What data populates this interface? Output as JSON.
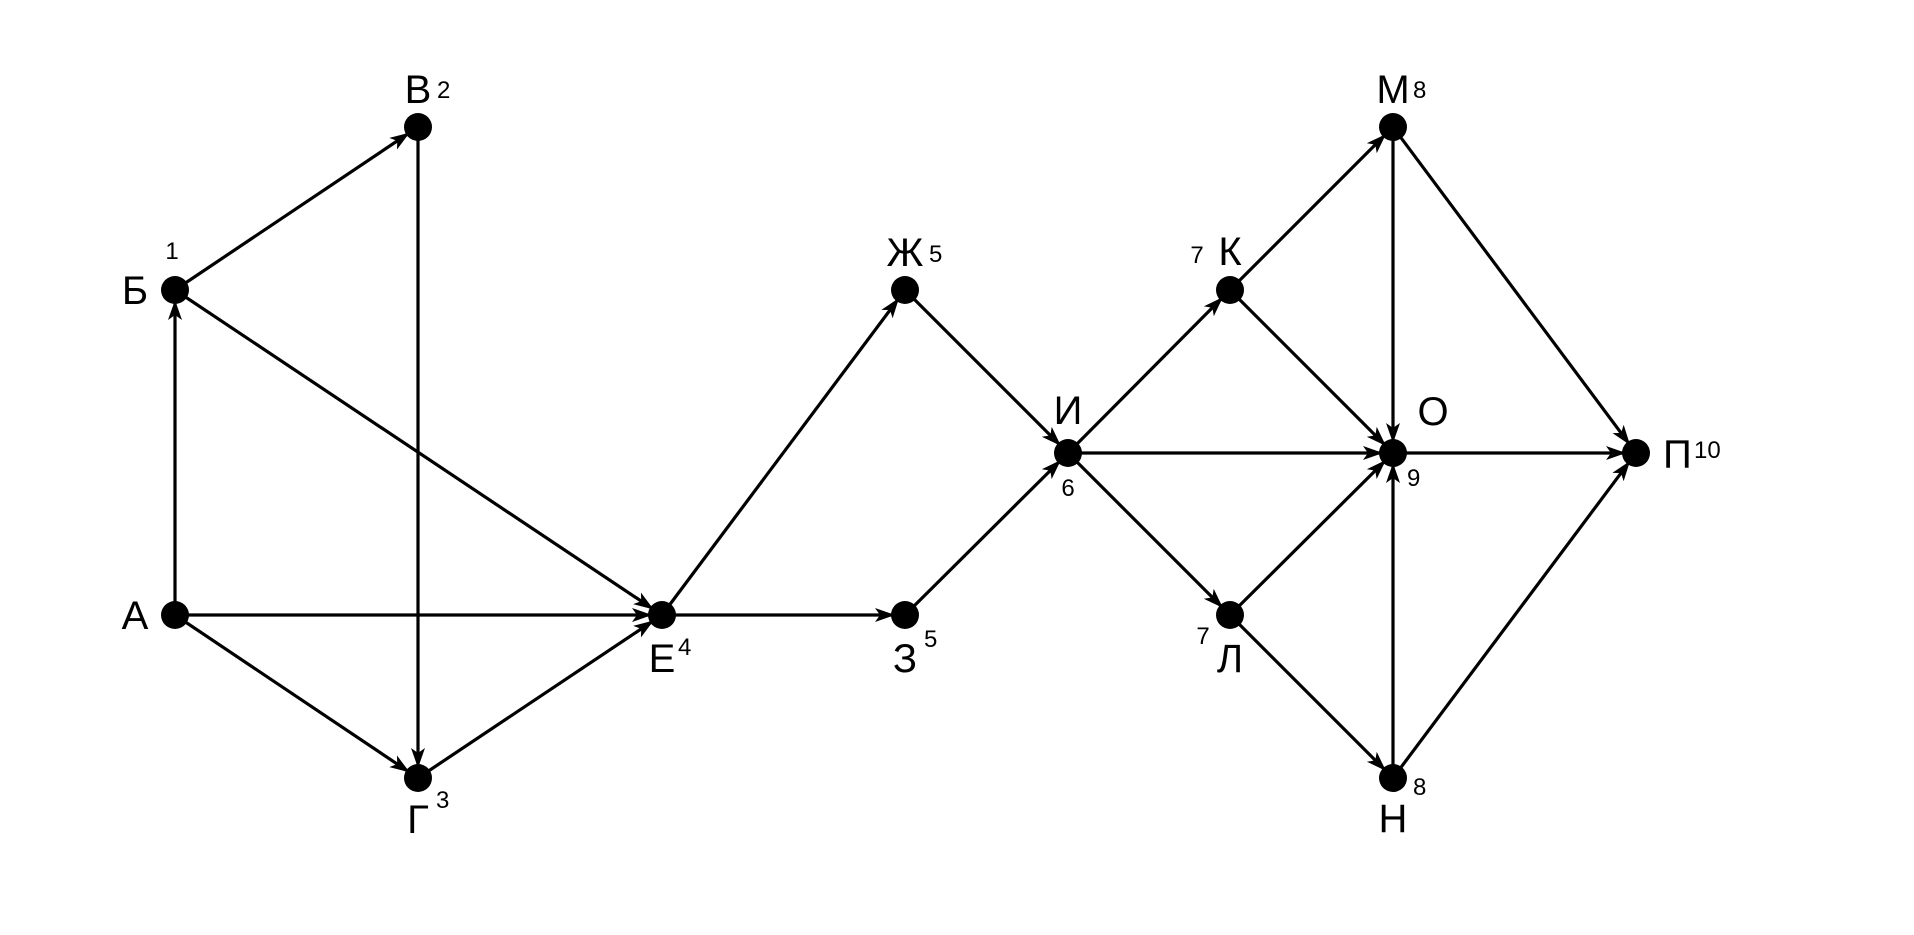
{
  "graph": {
    "type": "directed-graph",
    "colors": {
      "stroke": "#000000",
      "node": "#000000",
      "background": "#ffffff"
    },
    "nodes": [
      {
        "id": "A",
        "label": "А",
        "weight": ""
      },
      {
        "id": "B",
        "label": "Б",
        "weight": "1"
      },
      {
        "id": "V",
        "label": "В",
        "weight": "2"
      },
      {
        "id": "G",
        "label": "Г",
        "weight": "3"
      },
      {
        "id": "E",
        "label": "Е",
        "weight": "4"
      },
      {
        "id": "ZH",
        "label": "Ж",
        "weight": "5"
      },
      {
        "id": "Z",
        "label": "З",
        "weight": "5"
      },
      {
        "id": "I",
        "label": "И",
        "weight": "6"
      },
      {
        "id": "K",
        "label": "К",
        "weight": "7"
      },
      {
        "id": "L",
        "label": "Л",
        "weight": "7"
      },
      {
        "id": "M",
        "label": "М",
        "weight": "8"
      },
      {
        "id": "N",
        "label": "Н",
        "weight": "8"
      },
      {
        "id": "O",
        "label": "О",
        "weight": "9"
      },
      {
        "id": "P",
        "label": "П",
        "weight": "10"
      }
    ],
    "edges": [
      {
        "from": "A",
        "to": "B"
      },
      {
        "from": "A",
        "to": "E"
      },
      {
        "from": "A",
        "to": "G"
      },
      {
        "from": "B",
        "to": "V"
      },
      {
        "from": "B",
        "to": "E"
      },
      {
        "from": "V",
        "to": "G"
      },
      {
        "from": "G",
        "to": "E"
      },
      {
        "from": "E",
        "to": "ZH"
      },
      {
        "from": "E",
        "to": "Z"
      },
      {
        "from": "ZH",
        "to": "I"
      },
      {
        "from": "Z",
        "to": "I"
      },
      {
        "from": "I",
        "to": "K"
      },
      {
        "from": "I",
        "to": "O"
      },
      {
        "from": "I",
        "to": "L"
      },
      {
        "from": "K",
        "to": "M"
      },
      {
        "from": "K",
        "to": "O"
      },
      {
        "from": "L",
        "to": "O"
      },
      {
        "from": "L",
        "to": "N"
      },
      {
        "from": "M",
        "to": "O"
      },
      {
        "from": "M",
        "to": "P"
      },
      {
        "from": "N",
        "to": "O"
      },
      {
        "from": "N",
        "to": "P"
      },
      {
        "from": "O",
        "to": "P"
      }
    ]
  }
}
